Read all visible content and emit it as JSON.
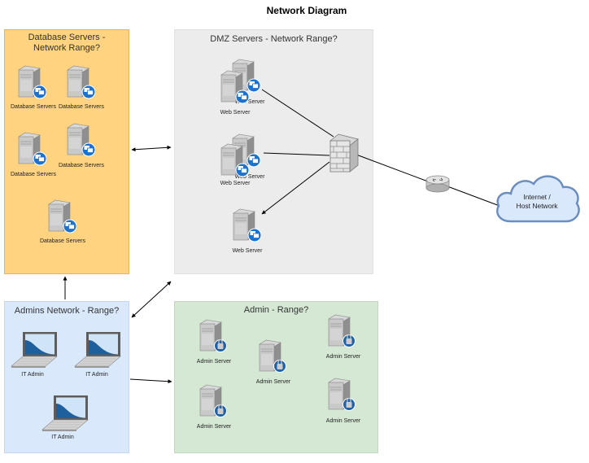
{
  "diagram": {
    "title": "Network Diagram",
    "zones": {
      "database": "Database Servers - Network Range?",
      "dmz": "DMZ Servers - Network Range?",
      "admins_network": "Admins Network - Range?",
      "admin": "Admin - Range?"
    },
    "database_servers": [
      "Database Servers",
      "Database Servers",
      "Database Servers",
      "Database Servers",
      "Database Servers"
    ],
    "web_servers": [
      "Web Server",
      "Web Server",
      "Web Server"
    ],
    "web_server_overlap_label": "Web Server",
    "it_admins": [
      "IT Admin",
      "IT Admin",
      "IT Admin"
    ],
    "admin_servers": [
      "Admin Server",
      "Admin Server",
      "Admin Server",
      "Admin Server",
      "Admin Server"
    ],
    "cloud": {
      "line1": "Internet /",
      "line2": "Host Network"
    },
    "icons": {
      "server": "server-icon",
      "firewall": "firewall-icon",
      "router": "router-icon",
      "laptop": "laptop-icon",
      "cloud": "cloud-icon"
    },
    "colors": {
      "database_zone": "#ffd37f",
      "dmz_zone": "#ececec",
      "admins_network_zone": "#dae8fc",
      "admin_zone": "#d5e8d4"
    }
  }
}
